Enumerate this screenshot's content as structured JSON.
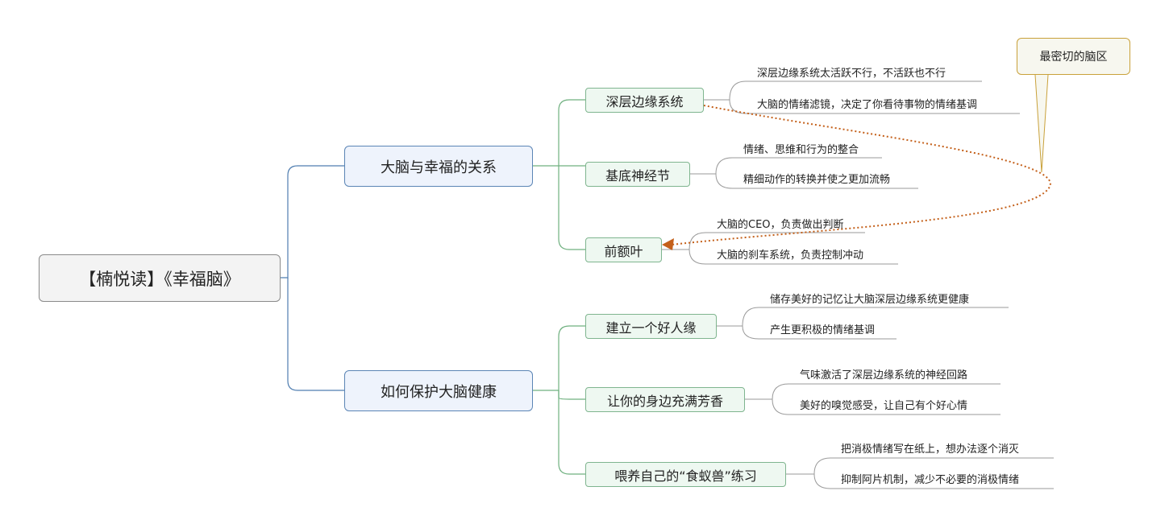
{
  "root": {
    "label": "【楠悦读】《幸福脑》"
  },
  "branches": [
    {
      "label": "大脑与幸福的关系",
      "children": [
        {
          "label": "深层边缘系统",
          "leaves": [
            "深层边缘系统太活跃不行，不活跃也不行",
            "大脑的情绪滤镜，决定了你看待事物的情绪基调"
          ]
        },
        {
          "label": "基底神经节",
          "leaves": [
            "情绪、思维和行为的整合",
            "精细动作的转换并使之更加流畅"
          ]
        },
        {
          "label": "前额叶",
          "leaves": [
            "大脑的CEO，负责做出判断",
            "大脑的刹车系统，负责控制冲动"
          ]
        }
      ]
    },
    {
      "label": "如何保护大脑健康",
      "children": [
        {
          "label": "建立一个好人缘",
          "leaves": [
            "储存美好的记忆让大脑深层边缘系统更健康",
            "产生更积极的情绪基调"
          ]
        },
        {
          "label": "让你的身边充满芳香",
          "leaves": [
            "气味激活了深层边缘系统的神经回路",
            "美好的嗅觉感受，让自己有个好心情"
          ]
        },
        {
          "label": "喂养自己的“食蚁兽”练习",
          "leaves": [
            "把消极情绪写在纸上，想办法逐个消灭",
            "抑制阿片机制，减少不必要的消极情绪"
          ]
        }
      ]
    }
  ],
  "callout": {
    "label": "最密切的脑区"
  },
  "colors": {
    "root_line": "#4f7db0",
    "branch_line": "#6fb07f",
    "leaf_line": "#9a9a9a",
    "relation": "#c4601a",
    "callout_border": "#c9a13a"
  }
}
